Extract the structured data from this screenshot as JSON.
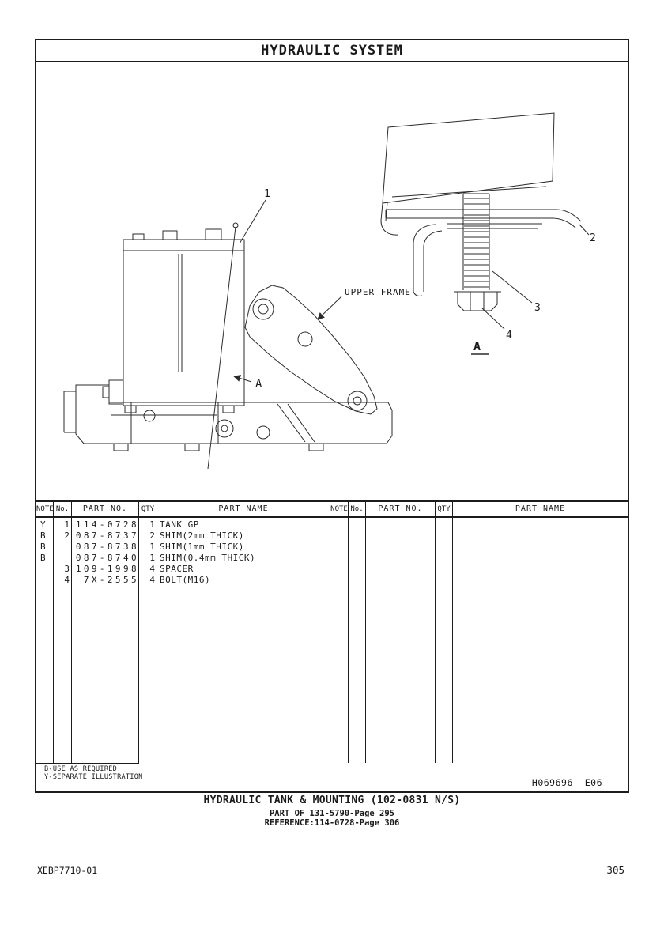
{
  "page": {
    "title": "HYDRAULIC SYSTEM",
    "doc_code": "H069696  E06",
    "caption": {
      "title": "HYDRAULIC TANK & MOUNTING (102-0831 N/S)",
      "line2": "PART OF 131-5790-Page 295",
      "line3": "REFERENCE:114-0728-Page 306"
    },
    "footer": {
      "left_code": "XEBP7710-01",
      "page_number": "305"
    }
  },
  "drawing": {
    "labels": {
      "upper_frame": "UPPER FRAME",
      "section_marker": "A",
      "detail_title": "A"
    },
    "callouts": {
      "c1": "1",
      "c2": "2",
      "c3": "3",
      "c4": "4"
    }
  },
  "table": {
    "headers": [
      "NOTE",
      "No.",
      "PART NO.",
      "QTY",
      "PART NAME"
    ],
    "rows": [
      {
        "note": "Y",
        "no": "1",
        "part_no": "114-0728",
        "qty": "1",
        "part_name": "TANK GP"
      },
      {
        "note": "B",
        "no": "2",
        "part_no": "087-8737",
        "qty": "2",
        "part_name": "SHIM(2mm THICK)"
      },
      {
        "note": "B",
        "no": "",
        "part_no": "087-8738",
        "qty": "1",
        "part_name": "SHIM(1mm THICK)"
      },
      {
        "note": "B",
        "no": "",
        "part_no": "087-8740",
        "qty": "1",
        "part_name": "SHIM(0.4mm THICK)"
      },
      {
        "note": "",
        "no": "3",
        "part_no": "109-1998",
        "qty": "4",
        "part_name": "SPACER"
      },
      {
        "note": "",
        "no": "4",
        "part_no": "7X-2555",
        "qty": "4",
        "part_name": "BOLT(M16)"
      }
    ],
    "footnotes": [
      "B-USE AS REQUIRED",
      "Y-SEPARATE ILLUSTRATION"
    ]
  }
}
